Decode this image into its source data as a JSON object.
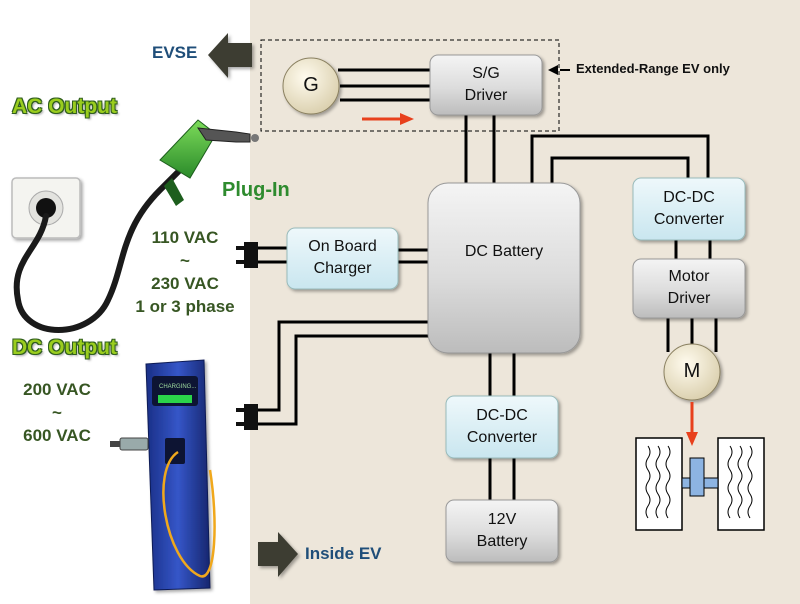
{
  "labels": {
    "evse": "EVSE",
    "inside_ev": "Inside EV",
    "ac_output": "AC Output",
    "dc_output": "DC Output",
    "plug_in": "Plug-In",
    "extended_range": "Extended-Range EV only",
    "ac_specs": [
      "110 VAC",
      "~",
      "230 VAC",
      "1 or 3 phase"
    ],
    "dc_specs": [
      "200 VAC",
      "~",
      "600 VAC"
    ],
    "charging_screen": "CHARGING..."
  },
  "blocks": {
    "generator": "G",
    "sg_driver": [
      "S/G",
      "Driver"
    ],
    "dc_battery": "DC Battery",
    "on_board_charger": [
      "On Board",
      "Charger"
    ],
    "dcdc_top": [
      "DC-DC",
      "Converter"
    ],
    "motor_driver": [
      "Motor",
      "Driver"
    ],
    "motor": "M",
    "dcdc_bottom": [
      "DC-DC",
      "Converter"
    ],
    "battery_12v": [
      "12V",
      "Battery"
    ]
  },
  "colors": {
    "panel": "#ede6da",
    "box_fill": "#d9d9d9",
    "box_highlight": "#f2f2f2",
    "light_blue_box": "#dbeef4",
    "wire": "#000000",
    "red_arrow": "#e8401c",
    "evse_arrow": "#3d3d33",
    "label_blue": "#1f4e79",
    "plug_in_green": "#2e8b2e",
    "spec_green": "#375623",
    "charging_station_blue": "#2744a8",
    "nozzle_green": "#3fb03f",
    "axle_blue": "#8db4e2"
  }
}
